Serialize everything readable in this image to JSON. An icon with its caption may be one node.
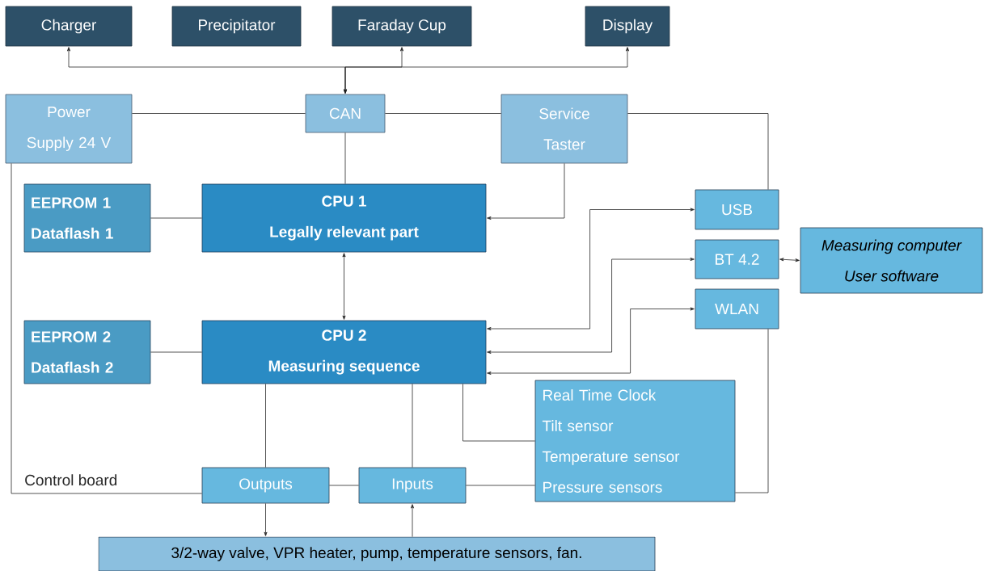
{
  "diagram": {
    "nodes": [
      {
        "text": [
          "Charger"
        ]
      },
      {
        "text": [
          "Precipitator"
        ]
      },
      {
        "text": [
          "Faraday Cup"
        ]
      },
      {
        "text": [
          "Display"
        ]
      },
      {
        "text": [
          "Power Supply 24 V"
        ]
      },
      {
        "text": [
          "CAN"
        ]
      },
      {
        "text": [
          "Service Taster"
        ]
      },
      {
        "text": [
          "EEPROM 1",
          "Dataflash 1"
        ]
      },
      {
        "text": [
          "CPU 1",
          "Legally relevant part"
        ]
      },
      {
        "text": [
          "USB"
        ]
      },
      {
        "text": [
          "BT 4.2"
        ]
      },
      {
        "text": [
          "Measuring computer",
          "User software"
        ]
      },
      {
        "text": [
          "EEPROM 2",
          "Dataflash 2"
        ]
      },
      {
        "text": [
          "CPU 2",
          "Measuring sequence"
        ]
      },
      {
        "text": [
          "WLAN"
        ]
      },
      {
        "text": [
          "Real Time Clock",
          "Tilt sensor",
          "Temperature sensor",
          "Pressure sensors"
        ]
      },
      {
        "text": [
          "Outputs"
        ]
      },
      {
        "text": [
          "Inputs"
        ]
      },
      {
        "text": [
          "3/2-way valve, VPR heater, pump, temperature sensors, fan."
        ]
      }
    ],
    "edges": [
      {
        "from": 5,
        "to": 0,
        "arrow": "both"
      },
      {
        "from": 5,
        "to": 2,
        "arrow": "both"
      },
      {
        "from": 5,
        "to": 3,
        "arrow": "both"
      },
      {
        "from": 4,
        "to": 5,
        "arrow": "none"
      },
      {
        "from": 5,
        "to": 6,
        "arrow": "none"
      },
      {
        "from": 5,
        "to": 8,
        "arrow": "none"
      },
      {
        "from": 6,
        "to": 8,
        "arrow": "to"
      },
      {
        "from": 7,
        "to": 8,
        "arrow": "none"
      },
      {
        "from": 8,
        "to": 13,
        "arrow": "both"
      },
      {
        "from": 12,
        "to": 13,
        "arrow": "none"
      },
      {
        "from": 13,
        "to": 9,
        "arrow": "both"
      },
      {
        "from": 13,
        "to": 10,
        "arrow": "both"
      },
      {
        "from": 13,
        "to": 14,
        "arrow": "both"
      },
      {
        "from": 10,
        "to": 11,
        "arrow": "both"
      },
      {
        "from": 13,
        "to": 15,
        "arrow": "none"
      },
      {
        "from": 13,
        "to": 16,
        "arrow": "none"
      },
      {
        "from": 13,
        "to": 17,
        "arrow": "none"
      },
      {
        "from": 16,
        "to": 18,
        "arrow": "to"
      },
      {
        "from": 18,
        "to": 17,
        "arrow": "to"
      },
      {
        "from": 16,
        "to": 17,
        "arrow": "none"
      },
      {
        "from": 17,
        "to": 15,
        "arrow": "none"
      },
      {
        "from": 4,
        "to": 16,
        "arrow": "none"
      },
      {
        "from": 6,
        "to": 9,
        "arrow": "none"
      },
      {
        "from": 14,
        "to": 15,
        "arrow": "none"
      }
    ],
    "labels": [
      "Control board"
    ]
  }
}
